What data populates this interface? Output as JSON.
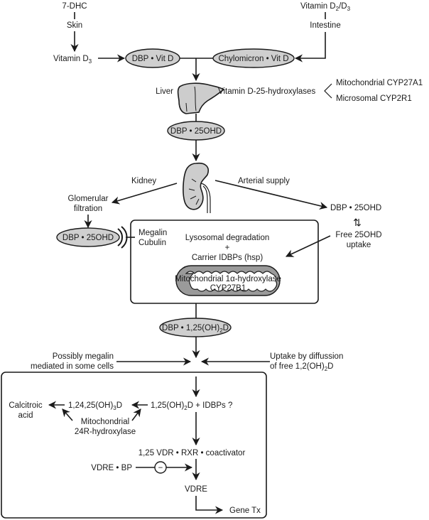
{
  "diagram": {
    "title": "Vitamin D metabolism and transport pathway",
    "colors": {
      "oval_fill": "#cfcfcf",
      "organ_fill": "#cdcdcd",
      "mitochondria_outer": "#9a9a9a",
      "line": "#1a1a1a"
    },
    "sources": {
      "left": {
        "origin": "7-DHC",
        "site": "Skin",
        "product_main": "Vitamin D",
        "product_sub": "3"
      },
      "right": {
        "origin_main": "Vitamin D",
        "origin_sub1": "2",
        "origin_mid": "/D",
        "origin_sub2": "3",
        "site": "Intestine"
      }
    },
    "carriers": {
      "dbp_vitd": "DBP • Vit D",
      "chylomicron_vitd": "Chylomicron • Vit D"
    },
    "liver": {
      "label": "Liver",
      "enzyme_group": "Vitamin D-25-hydroxylases",
      "enzymes": [
        "Mitochondrial CYP27A1",
        "Microsomal CYP2R1"
      ]
    },
    "dbp_25ohd": "DBP • 25OHD",
    "kidney": {
      "label": "Kidney",
      "arterial": "Arterial supply",
      "glomerular_line1": "Glomerular",
      "glomerular_line2": "filtration",
      "filtered_complex": "DBP • 25OHD",
      "receptor_line1": "Megalin",
      "receptor_line2": "Cubulin",
      "arterial_complex": "DBP • 25OHD",
      "equilibrium_symbol": "⇅",
      "free_line1": "Free 25OHD",
      "free_line2": "uptake",
      "cell_line1": "Lysosomal degradation",
      "cell_plus": "+",
      "cell_line2": "Carrier IDBPs (hsp)",
      "mito_line1": "Mitochondrial 1α-hydroxylase",
      "mito_line2": "CYP27B1"
    },
    "dbp_125": {
      "main": "DBP • 1,25(OH)",
      "sub": "2",
      "tail": "D"
    },
    "uptake": {
      "left_line1": "Possibly megalin",
      "left_line2": "mediated in some cells",
      "right_line1": "Uptake by diffussion",
      "right_line2_main": "of free 1,2(OH)",
      "right_line2_sub": "2",
      "right_line2_tail": "D"
    },
    "target_cell": {
      "calcitroic_line1": "Calcitroic",
      "calcitroic_line2": "acid",
      "trihydroxy_main": "1,24,25(OH)",
      "trihydroxy_sub": "3",
      "trihydroxy_tail": "D",
      "dihydroxy_main": "1,25(OH)",
      "dihydroxy_sub": "2",
      "dihydroxy_tail": "D + IDBPs  ?",
      "hydroxylase_line1": "Mitochondrial",
      "hydroxylase_line2": "24R-hydroxylase",
      "complex": "1,25 VDR • RXR • coactivator",
      "vdre_bp": "VDRE • BP",
      "inhibit_symbol": "−",
      "vdre": "VDRE",
      "gene_tx": "Gene Tx"
    }
  }
}
